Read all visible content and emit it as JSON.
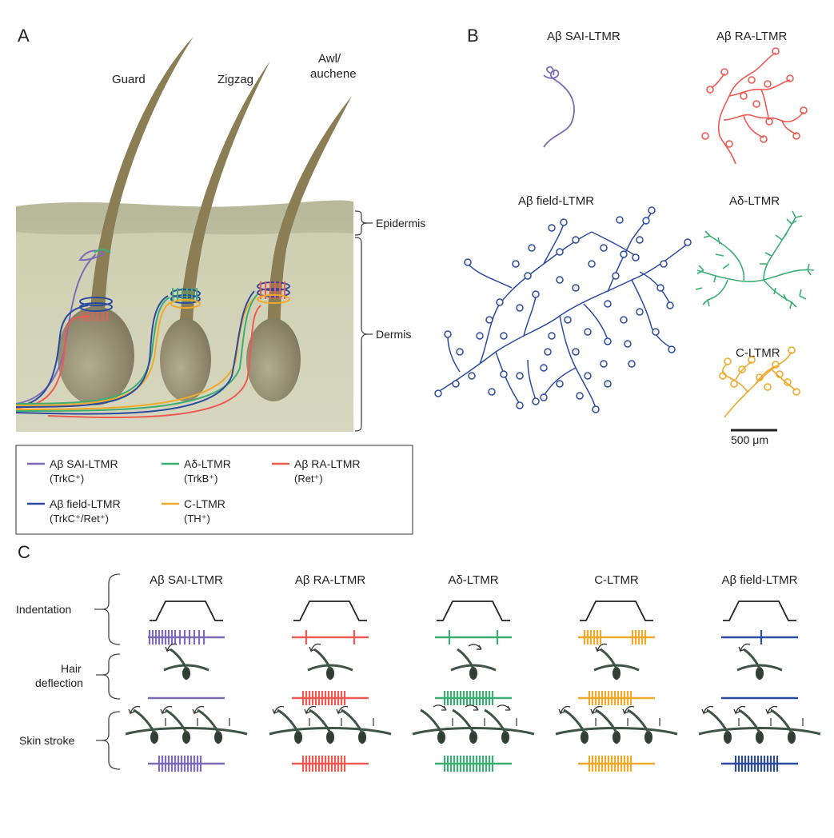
{
  "panels": {
    "a": "A",
    "b": "B",
    "c": "C"
  },
  "panel_a": {
    "hairs": [
      "Guard",
      "Zigzag",
      "Awl/",
      "auchene"
    ],
    "layers": {
      "epidermis": "Epidermis",
      "dermis": "Dermis"
    }
  },
  "legend": {
    "items": [
      {
        "name": "Aβ SAI-LTMR",
        "marker": "(TrkC⁺)",
        "color": "#7e6bb8"
      },
      {
        "name": "Aδ-LTMR",
        "marker": "(TrkB⁺)",
        "color": "#3cae74"
      },
      {
        "name": "Aβ RA-LTMR",
        "marker": "(Ret⁺)",
        "color": "#ee5a52"
      },
      {
        "name": "Aβ field-LTMR",
        "marker": "(TrkC⁺/Ret⁺)",
        "color": "#2d4b9e"
      },
      {
        "name": "C-LTMR",
        "marker": "(TH⁺)",
        "color": "#f0a92a"
      }
    ]
  },
  "panel_b": {
    "titles": {
      "sai": "Aβ SAI-LTMR",
      "ra": "Aβ RA-LTMR",
      "field": "Aβ field-LTMR",
      "ad": "Aδ-LTMR",
      "c": "C-LTMR"
    },
    "scale_bar": "500 μm"
  },
  "panel_c": {
    "columns": [
      "Aβ SAI-LTMR",
      "Aβ RA-LTMR",
      "Aδ-LTMR",
      "C-LTMR",
      "Aβ field-LTMR"
    ],
    "rows": [
      "Indentation",
      "Hair",
      "deflection",
      "Skin stroke"
    ]
  },
  "colors": {
    "sai": "#7e6bb8",
    "ra": "#ee5a52",
    "ad": "#3cae74",
    "c": "#f0a92a",
    "field": "#2d4b9e",
    "hair": "#8a7c55",
    "skin_dark": "#a9ab8c",
    "dermis": "#d2d2b6"
  }
}
